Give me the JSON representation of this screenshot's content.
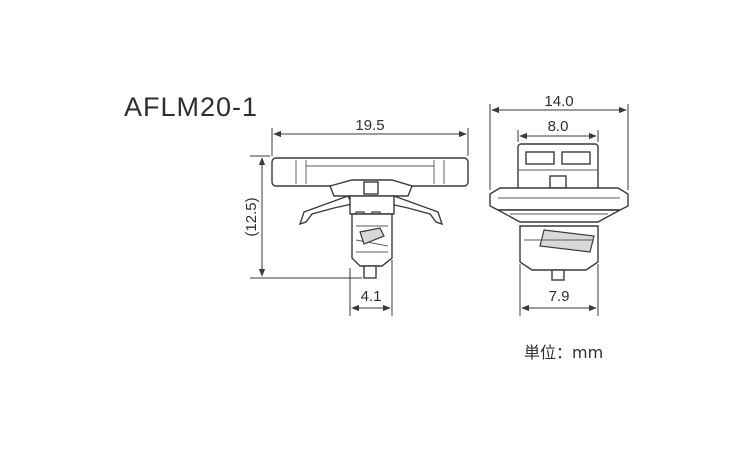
{
  "title": "AFLM20-1",
  "unit_label": "単位：mm",
  "dimensions": {
    "front_width": "19.5",
    "front_height": "(12.5)",
    "front_stem": "4.1",
    "side_width_outer": "14.0",
    "side_width_inner": "8.0",
    "side_base": "7.9"
  }
}
